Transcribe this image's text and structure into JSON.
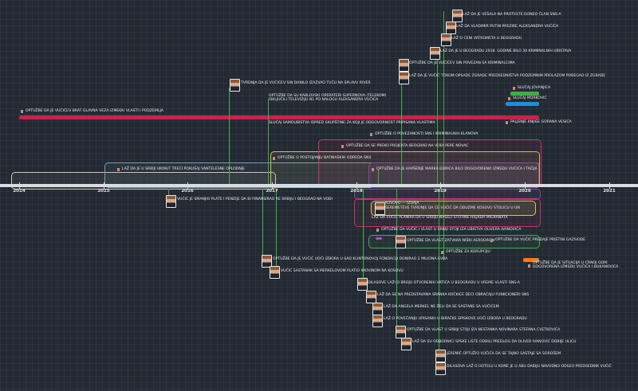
{
  "timeline": {
    "colors": {
      "background": "#232a33",
      "axis": "#d8dde3",
      "red": "#d01f4a",
      "green": "#3cb043",
      "blue": "#1e8fdc",
      "orange": "#f07d1a",
      "yellow": "#d8c64a",
      "pink": "#c8336a",
      "purple": "#8a4aa0"
    },
    "years": [
      "2014",
      "2015",
      "2016",
      "2017",
      "2018",
      "2019",
      "2020",
      "2021"
    ],
    "month_ticks": [
      "2014",
      "2015",
      "2016",
      "2017",
      "2018",
      "2019",
      "2020",
      "2021"
    ],
    "events_above": [
      {
        "label": "LAŽ DA JE VEŠALA NA PROTESTE DONEO ČLAN SNS-A"
      },
      {
        "label": "LAŽ DA VLADIMIR PUTIN PREZIRE ALEKSANDRA VUČIĆA"
      },
      {
        "label": "LAŽ O CENI VATROMETA U BEOGRADU"
      },
      {
        "label": "LAŽ DA JE U BEOGRADU 2018. GODINE BILO 30 KRIMINALNIH UBISTAVA"
      },
      {
        "label": "OPTUŽBE DA JE VUČIĆEV SIN POVEZAN SA KRIMINALCIMA"
      },
      {
        "label": "LAŽ DA JE VUČIĆ TOKOM OPSADE ZGRADE PREDSEDNIŠTVA PODZEMNIM PROLAZOM POBEGAO IZ ZGRADE"
      },
      {
        "label": "TVRDNJA DA JE VUČIĆEV SIN DANILO IZAZVAO TUČU NA SPLAVU RIVER"
      },
      {
        "label": "SLUČAJ JOVANJICA"
      },
      {
        "label": "SLUČAJ MORKOVIĆ"
      },
      {
        "label": "OPTUŽBE DA SU KABLOVSKI OPERATERI SUPERNOVA (TELEKOM) ISKLJUČILI TELEVIZIJU N1 PO NALOGU ALEKSANDRA VUČIĆA"
      },
      {
        "label": "OPTUŽBE DA JE VUČIĆEV BRAT GLAVNA VEZA IZMEĐU VLASTI I PODZEMLJA"
      },
      {
        "label": "PALJENJE KNJIGE GORANA VESIĆA"
      },
      {
        "label": "SLUČAJ SAMOUBISTVA ISPRED SKUPŠTINE ZA KOJI JE ODGOVORNOST PRIPISANA VLASTIMA"
      },
      {
        "label": "OPTUŽBE O POVEZANOSTI SNS I KRIMINALNIH KLANOVA"
      },
      {
        "label": "OPTUŽBE DA SE PREKO PROJEKTA BEOGRAD NA VODI PERE NOVAC"
      },
      {
        "label": "OPTUŽBE O POSTOJANJU BATINAŠKIH ODREDA SNS"
      },
      {
        "label": "LAŽ DA JE U SRBIJI UKINUT TREĆI POKUŠAJ VANTELESNE OPLODNJE"
      },
      {
        "label": "OPTUŽBE DA JE HAPŠENJE MARKA ĐURIĆA BILO DOGOVORENO IZMEĐU VUČIĆA I TAČIJA"
      }
    ],
    "events_below": [
      {
        "label": "VUČIĆ JE SMANJIO PLATE I PENZIJE DA BI FINANSIRAO RE SRBIJU I BEOGRAD NA VODI"
      },
      {
        "label": "KOSOVO — IZDAJA"
      },
      {
        "label": "ŠEREMETEVE TVRDNJE DA ĆE VUČIĆ DA ODUZME KOSOVU STOLICU U UN"
      },
      {
        "label": "LAŽ DA VUČIĆ PLANIRA DA U SRBIJU NASELI STOTINE HILJADA MIGRANATA"
      },
      {
        "label": "OPTUŽBE DA VUČIĆ I VLAST U SRBIJI STOJI IZA UBISTVA OLIVERA IVANOVIĆA"
      },
      {
        "label": "OPTUŽBE DA VLAST ZATVARA NIŠKI AERODROM"
      },
      {
        "label": "OPTUŽBE DA VUČIĆ PREDAJE PRIŠTINI GAZIVODE"
      },
      {
        "label": "OPTUŽBE ZA KORUPCIJU"
      },
      {
        "label": "OPTUŽBE DA JE VUČIĆ UOČI IZBORA U SAD KLINTONOVOJ FONDACIJI DONIRAO 2 MILIONA EVRA"
      },
      {
        "label": "OPTUŽBE DA JE SITUACIJA U CRNOJ GORI DOGOVORENA IZMEĐU VUČIĆA I ĐUKANOVIĆA"
      },
      {
        "label": "VUČIĆ SASTANAK SA MERKELOVOM PLATIO IMOVINOM NA KOSOVU"
      },
      {
        "label": "DILASOVE LAŽI O BROJU OTVORENIH VRTIĆA U BEOGRADU U VREME VLASTI SNS-A"
      },
      {
        "label": "LAŽ DA SE NA PREDSTAVAMA SRANKA KOČKICE DECI OBRAĆAJU FUNKCIONERI SNS"
      },
      {
        "label": "LAŽ DA ANGELA MERKEL NE ŽELI DA SE SASTANE SA VUČIĆEM"
      },
      {
        "label": "LAŽ O POVEĆANJU UPISANIH U BIRAČKE SPISKOVE UOČI IZBORA U BEOGRADU"
      },
      {
        "label": "OPTUŽBE DA VLAST U SRBIJI STOJI IZA NESTANKA NOVINARA STEFANA CVETKOVIĆA"
      },
      {
        "label": "LAŽ DA SU ODBORNICI SPSKE LISTE ODBILI PREDLOG DA OLIVER IVANOVIĆ DOBIJE ULICU"
      },
      {
        "label": "JEREMIĆ OPTUŽIO VUČIĆA DA SE TAJNO SASTAJE SA SOROŠEM"
      },
      {
        "label": "DILASOVA LAŽ O HOTELU U KOME JE U ABU DABIJU NAVODNO ODSEO PREDSEDNIK VUČIĆ"
      }
    ]
  }
}
